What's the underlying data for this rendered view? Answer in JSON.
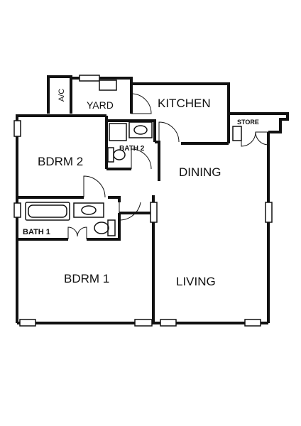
{
  "floorplan": {
    "rooms": {
      "ac": "A/C",
      "yard": "YARD",
      "kitchen": "KITCHEN",
      "store": "STORE",
      "bath2": "BATH 2",
      "bedroom2": "BDRM 2",
      "dining": "DINING",
      "bath1": "BATH 1",
      "bedroom1": "BDRM 1",
      "living": "LIVING"
    }
  }
}
